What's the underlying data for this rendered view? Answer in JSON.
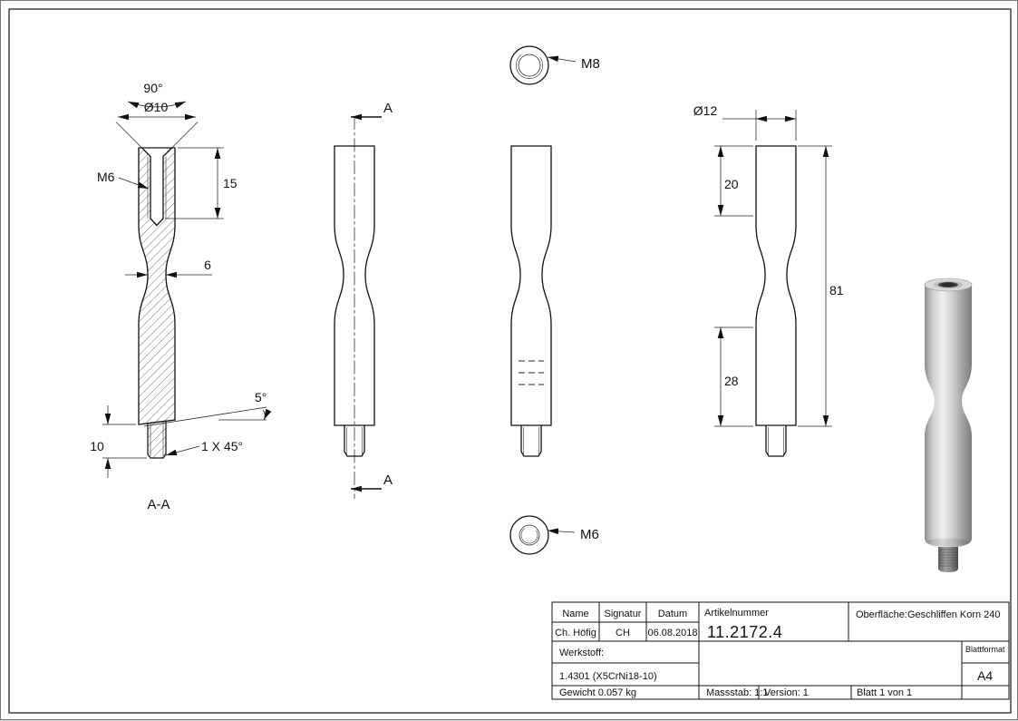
{
  "views": {
    "section": {
      "label": "A-A",
      "dims": {
        "countersink_angle": "90°",
        "countersink_dia": "Ø10",
        "thread": "M6",
        "thread_depth": "15",
        "waist_dia": "6",
        "bottom_angle": "5°",
        "stud_length": "10",
        "chamfer": "1 X 45°"
      }
    },
    "cut": {
      "arrow_label_top": "A",
      "arrow_label_bottom": "A"
    },
    "ends": {
      "top_thread": "M8",
      "bottom_thread": "M6"
    },
    "dimensioned": {
      "dia": "Ø12",
      "top_len": "20",
      "total_len": "81",
      "lower_len": "28"
    }
  },
  "title_block": {
    "name_label": "Name",
    "signatur_label": "Signatur",
    "datum_label": "Datum",
    "name": "Ch. Höfig",
    "signatur": "CH",
    "datum": "06.08.2018",
    "artikelnummer_label": "Artikelnummer",
    "artikelnummer": "11.2172.4",
    "oberflaeche_label": "Oberfläche:",
    "oberflaeche_value": "Geschliffen Korn 240",
    "werkstoff_label": "Werkstoff:",
    "werkstoff_value": "1.4301 (X5CrNi18-10)",
    "gewicht": "Gewicht 0.057 kg",
    "massstab": "Massstab: 1:1",
    "version": "Version: 1",
    "blatt": "Blatt 1 von 1",
    "blattformat_label": "Blattformat",
    "blattformat_value": "A4"
  }
}
